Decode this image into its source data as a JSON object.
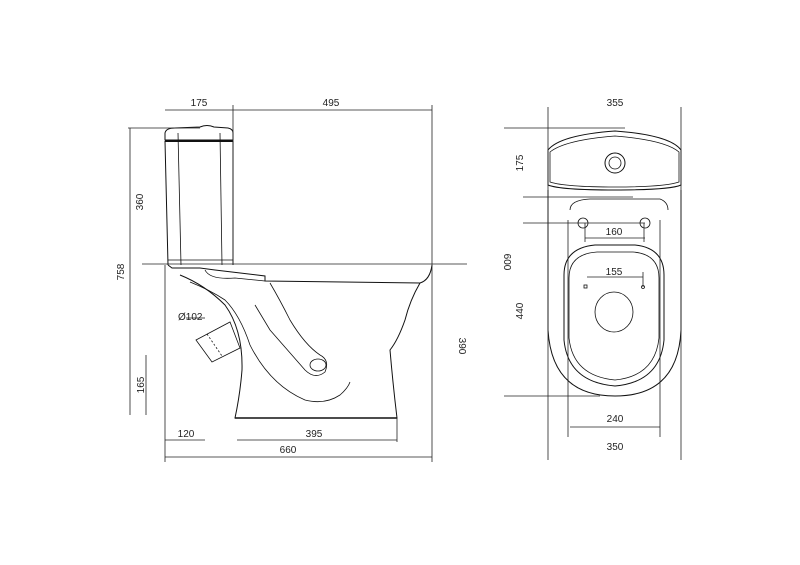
{
  "side_view": {
    "dims": {
      "tank_depth": "175",
      "bowl_length": "495",
      "tank_height": "360",
      "total_height": "758",
      "outlet_diameter": "Ø102",
      "outlet_height": "165",
      "outlet_offset": "120",
      "base_length": "395",
      "total_length": "660",
      "rim_height": "390"
    }
  },
  "top_view": {
    "dims": {
      "width": "355",
      "tank_depth": "175",
      "bolt_spacing": "160",
      "total_depth": "600",
      "seat_bolt_spacing": "155",
      "bowl_depth": "440",
      "seat_width": "240",
      "bowl_width": "350"
    }
  }
}
